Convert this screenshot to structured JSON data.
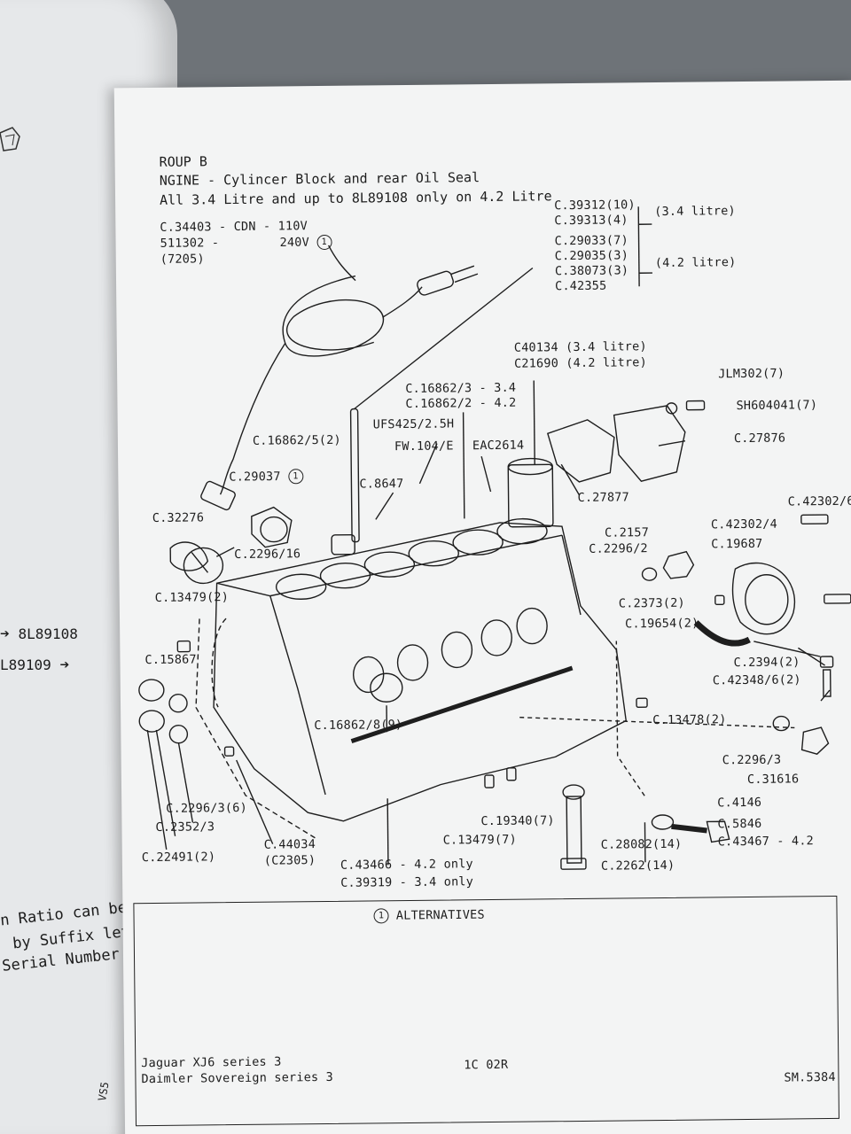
{
  "left_page": {
    "arrow_right": "8L89108",
    "arrow_left": "L89109",
    "note_line1": "n Ratio can be",
    "note_line2": "by Suffix lett",
    "note_line3": "Serial Number",
    "footer": "VS5"
  },
  "header": {
    "group": "ROUP B",
    "title": "NGINE - Cylincer Block and rear Oil Seal",
    "subtitle": "All 3.4 Litre and up to 8L89108 only on 4.2 Litre"
  },
  "labels": {
    "heater_part": "C.34403 - CDN - 110V",
    "heater_part2": "511302 -",
    "heater_part3": "(7205)",
    "heater_240": "240V",
    "alt_marker": "1",
    "group34_a": "C.39312(10)",
    "group34_b": "C.39313(4)",
    "group34_tag": "(3.4 litre)",
    "group42_a": "C.29033(7)",
    "group42_b": "C.29035(3)",
    "group42_c": "C.38073(3)",
    "group42_d": "C.42355",
    "group42_tag": "(4.2 litre)",
    "sleeve_a": "C40134 (3.4 litre)",
    "sleeve_b": "C21690 (4.2 litre)",
    "jlm": "JLM302(7)",
    "sh": "SH604041(7)",
    "c27876": "C.27876",
    "c16862_3": "C.16862/3 - 3.4",
    "c16862_2": "C.16862/2 - 4.2",
    "ufs": "UFS425/2.5H",
    "fw": "FW.104/E",
    "eac": "EAC2614",
    "c16862_5": "C.16862/5(2)",
    "c29037": "C.29037",
    "c8647": "C.8647",
    "c27877": "C.27877",
    "c32276": "C.32276",
    "c2296_16": "C.2296/16",
    "c2157": "C.2157",
    "c2296_2": "C.2296/2",
    "c42302_4": "C.42302/4",
    "c42302_6": "C.42302/6",
    "c19687": "C.19687",
    "c13479_2": "C.13479(2)",
    "c2373": "C.2373(2)",
    "c19654": "C.19654(2)",
    "c15867": "C.15867",
    "c2394": "C.2394(2)",
    "c42348": "C.42348/6(2)",
    "c16862_8": "C.16862/8(9)",
    "c13478": "C.13478(2)",
    "c2296_3r": "C.2296/3",
    "c31616": "C.31616",
    "c2296_36": "C.2296/3(6)",
    "c2352": "C.2352/3",
    "c22491": "C.22491(2)",
    "c44034": "C.44034",
    "c2305": "(C2305)",
    "c19340": "C.19340(7)",
    "c13479_7": "C.13479(7)",
    "c4146": "C.4146",
    "c5846": "C.5846",
    "c43467": "C.43467 - 4.2",
    "c28082": "C.28082(14)",
    "c2262": "C.2262(14)",
    "c43466": "C.43466 - 4.2 only",
    "c39319": "C.39319 - 3.4 only"
  },
  "box": {
    "alternatives": "ALTERNATIVES",
    "model1": "Jaguar XJ6 series 3",
    "model2": "Daimler Sovereign series 3",
    "code": "1C 02R",
    "sheet": "SM.5384"
  }
}
